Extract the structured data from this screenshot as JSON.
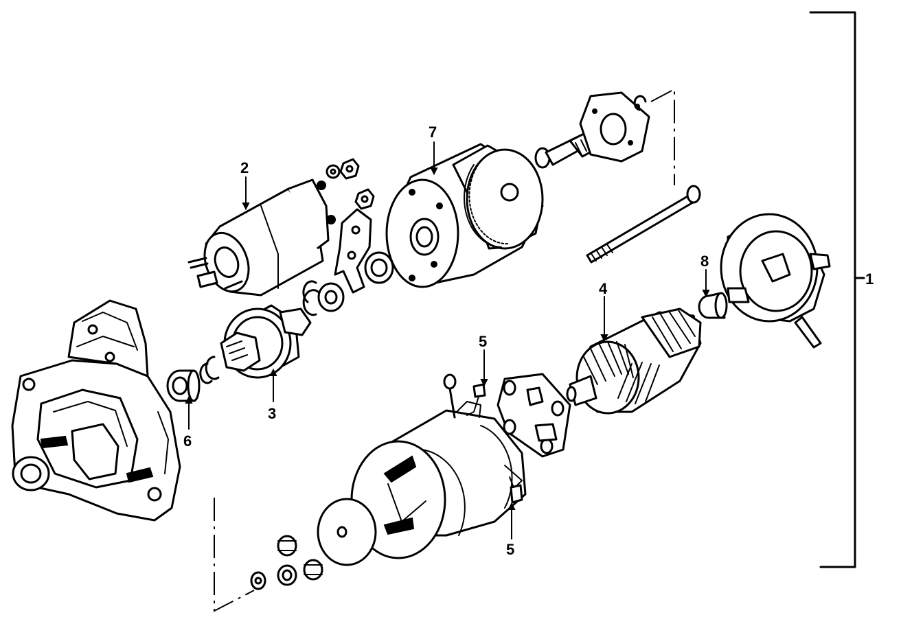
{
  "callouts": {
    "c1": "1",
    "c2": "2",
    "c3": "3",
    "c4": "4",
    "c5a": "5",
    "c5b": "5",
    "c6": "6",
    "c7": "7",
    "c8": "8"
  },
  "colors": {
    "ink": "#000000",
    "paper": "#ffffff"
  }
}
